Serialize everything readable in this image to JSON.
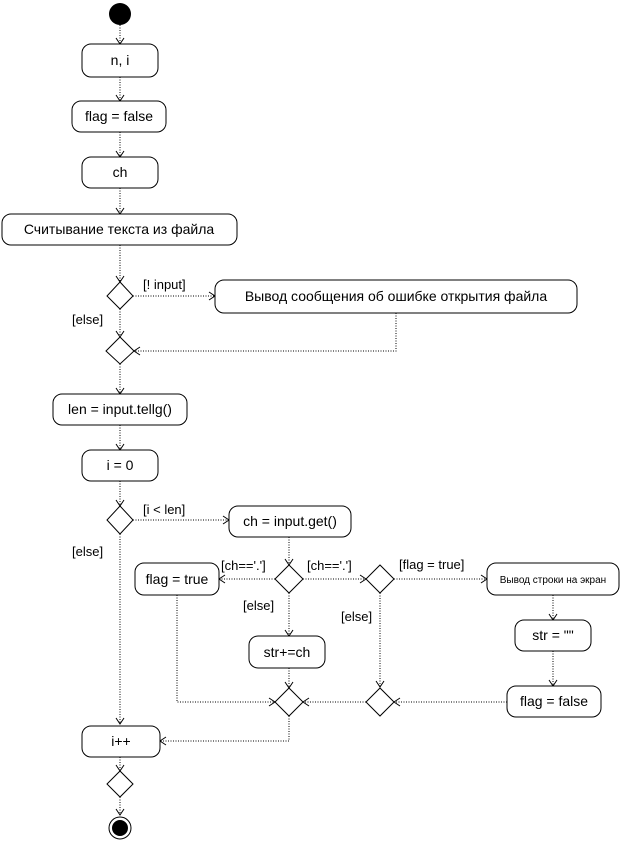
{
  "nodes": {
    "n_i": "n, i",
    "flag_false_1": "flag = false",
    "ch": "ch",
    "read_text": "Считывание текста из файла",
    "error_output": "Вывод сообщения об ошибке открытия файла",
    "len": "len = input.tellg()",
    "i_zero": "i = 0",
    "get_ch": "ch = input.get()",
    "flag_true": "flag = true",
    "str_append": "str+=ch",
    "print_str": "Вывод строки на экран",
    "str_clear": "str = \"\"",
    "flag_false_2": "flag = false",
    "i_inc": "i++"
  },
  "guards": {
    "not_input": "[! input]",
    "else_1": "[else]",
    "i_lt_len": "[i < len]",
    "else_2": "[else]",
    "ch_eq_dot_left": "[ch=='.']",
    "ch_eq_dot_right": "[ch=='.']",
    "flag_eq_true": "[flag = true]",
    "else_3": "[else]",
    "else_4": "[else]"
  }
}
